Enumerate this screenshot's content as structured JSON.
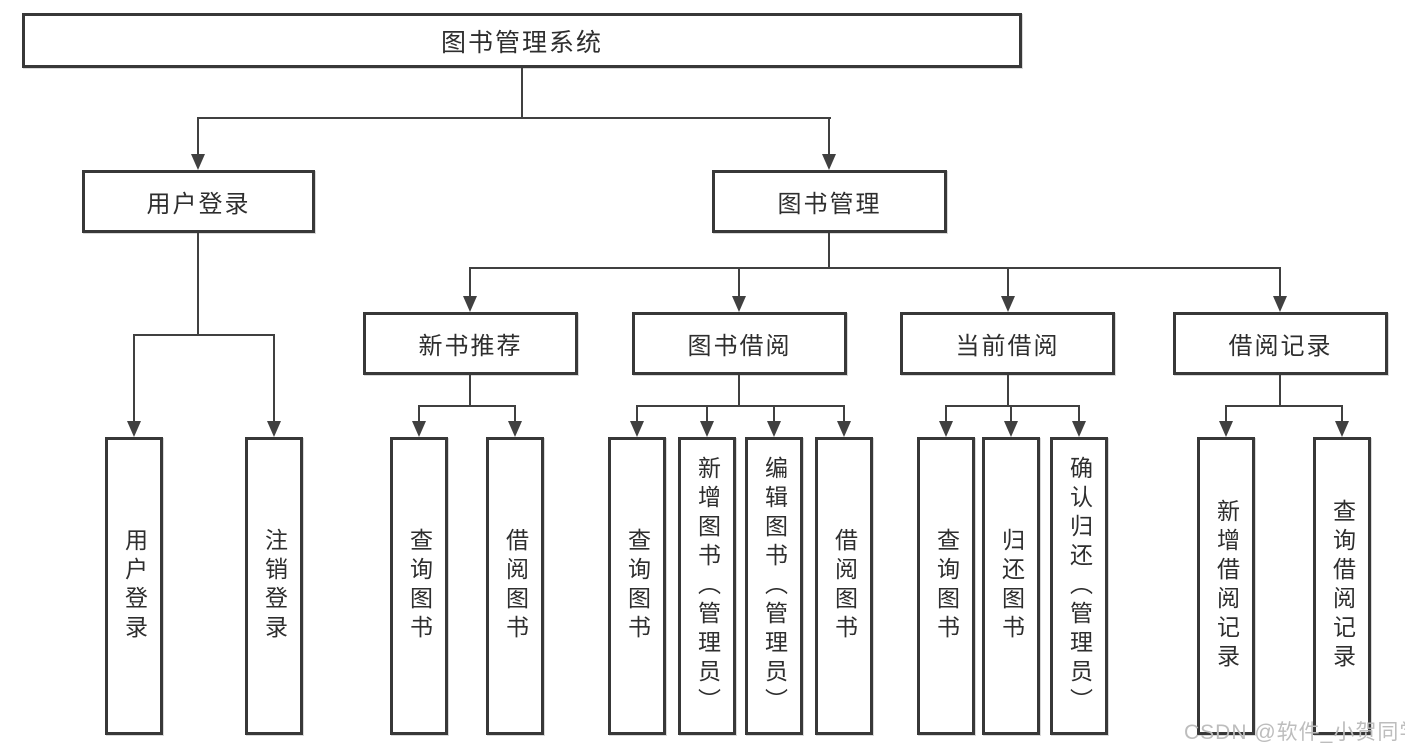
{
  "diagram": {
    "title_node": {
      "label": "图书管理系统"
    },
    "level2": [
      {
        "label": "用户登录"
      },
      {
        "label": "图书管理"
      }
    ],
    "level3": [
      {
        "label": "新书推荐"
      },
      {
        "label": "图书借阅"
      },
      {
        "label": "当前借阅"
      },
      {
        "label": "借阅记录"
      }
    ],
    "leaves": {
      "user_login": [
        {
          "label": "用户登录"
        },
        {
          "label": "注销登录"
        }
      ],
      "new_book_recommendation": [
        {
          "label": "查询图书"
        },
        {
          "label": "借阅图书"
        }
      ],
      "book_borrowing": [
        {
          "label": "查询图书"
        },
        {
          "label": "新增图书（管理员）"
        },
        {
          "label": "编辑图书（管理员）"
        },
        {
          "label": "借阅图书"
        }
      ],
      "current_borrowing": [
        {
          "label": "查询图书"
        },
        {
          "label": "归还图书"
        },
        {
          "label": "确认归还（管理员）"
        }
      ],
      "borrowing_records": [
        {
          "label": "新增借阅记录"
        },
        {
          "label": "查询借阅记录"
        }
      ]
    },
    "colors": {
      "line": "#404040",
      "border": "#383838",
      "text": "#2e2e2e",
      "background": "#ffffff",
      "watermark": "#bdbdbd"
    }
  },
  "watermark": {
    "text": "CSDN @软件_小贺同学"
  }
}
